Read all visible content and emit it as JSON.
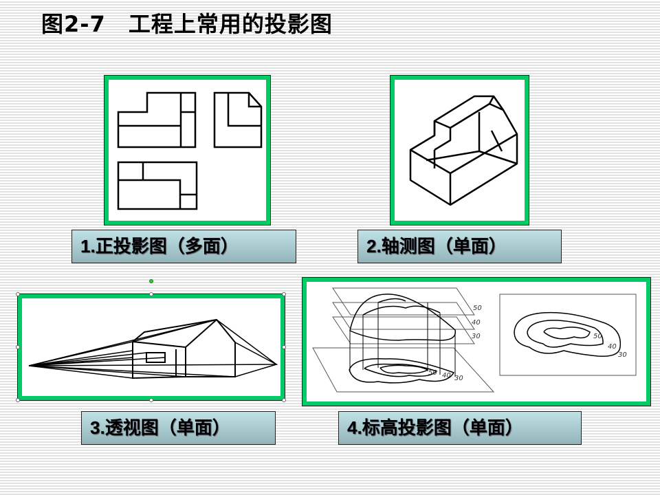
{
  "slide": {
    "title": "图2-7　工程上常用的投影图",
    "panels": [
      {
        "label_num": "1.",
        "label_text": "正投影图（多面）"
      },
      {
        "label_num": "2.",
        "label_text": "轴测图（单面）"
      },
      {
        "label_num": "3.",
        "label_text": "透视图（单面）"
      },
      {
        "label_num": "4.",
        "label_text": "标高投影图（单面）"
      }
    ],
    "contour_labels": [
      "50",
      "40",
      "30"
    ]
  },
  "colors": {
    "frame": "#00cc66",
    "label_top": "#c0e2e6",
    "label_bottom": "#93b4b9"
  }
}
